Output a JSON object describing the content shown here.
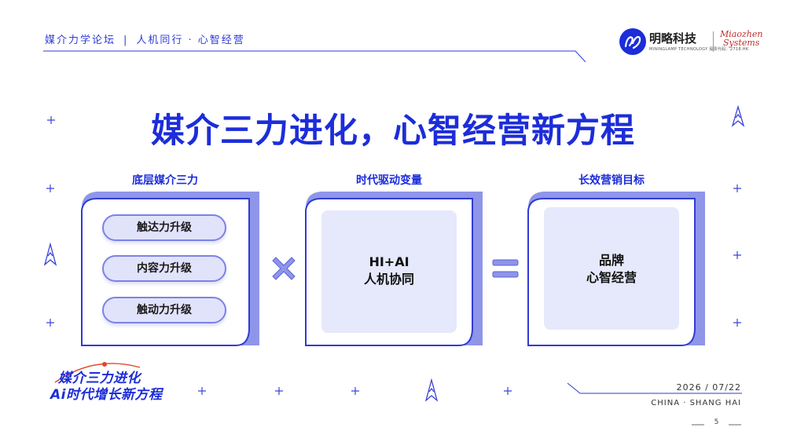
{
  "header": {
    "left_text": "媒介力学论坛",
    "right_text": "人机同行 · 心智经营",
    "separator": "|"
  },
  "logo": {
    "name": "明略科技",
    "sub": "MININGLAMP TECHNOLOGY  股票代码：2718.HK",
    "partner_line1": "Miaozhen",
    "partner_line2": "Systems"
  },
  "title": "媒介三力进化，心智经营新方程",
  "sections": [
    {
      "title": "底层媒介三力",
      "items": [
        "触达力升级",
        "内容力升级",
        "触动力升级"
      ]
    },
    {
      "title": "时代驱动变量",
      "lines": [
        "HI+AI",
        "人机协同"
      ]
    },
    {
      "title": "长效营销目标",
      "lines": [
        "品牌",
        "心智经营"
      ]
    }
  ],
  "operators": {
    "multiply": "×",
    "equals": "="
  },
  "bottom_logo": {
    "line1": "媒介三力进化",
    "line2": "Ai时代增长新方程"
  },
  "footer": {
    "date": "2026 / 07/22",
    "location": "CHINA ·  SHANG HAI",
    "page": "5"
  },
  "colors": {
    "brand_blue": "#1c2dd9",
    "card_stroke": "#2f3bd6",
    "card_fill": "#e6e8fc",
    "accent_light": "#8f95e8"
  }
}
